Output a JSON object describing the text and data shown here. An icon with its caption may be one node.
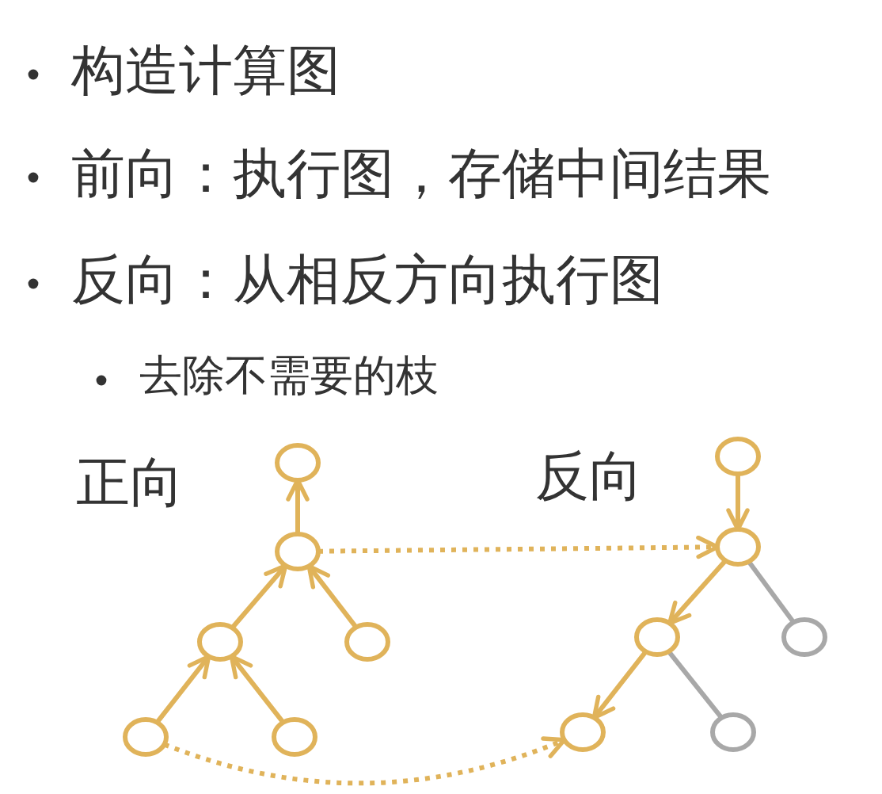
{
  "diagram": {
    "nodes": [
      {
        "text": [],
        "shape": "circle"
      },
      {
        "text": [],
        "shape": "circle"
      },
      {
        "text": [],
        "shape": "circle"
      },
      {
        "text": [],
        "shape": "circle"
      },
      {
        "text": [],
        "shape": "circle"
      },
      {
        "text": [],
        "shape": "circle"
      },
      {
        "text": [],
        "shape": "circle"
      },
      {
        "text": [],
        "shape": "circle"
      },
      {
        "text": [],
        "shape": "circle"
      },
      {
        "text": [],
        "shape": "circle"
      },
      {
        "text": [],
        "shape": "circle"
      },
      {
        "text": [],
        "shape": "circle"
      }
    ],
    "edges": [
      {
        "from": 1,
        "to": 0,
        "arrow": "to"
      },
      {
        "from": 2,
        "to": 1,
        "arrow": "to"
      },
      {
        "from": 3,
        "to": 1,
        "arrow": "to"
      },
      {
        "from": 4,
        "to": 2,
        "arrow": "to"
      },
      {
        "from": 5,
        "to": 2,
        "arrow": "to"
      },
      {
        "from": 1,
        "to": 7,
        "arrow": "to",
        "style": "dashed"
      },
      {
        "from": 4,
        "to": 10,
        "arrow": "to",
        "style": "dashed"
      },
      {
        "from": 6,
        "to": 7,
        "arrow": "to"
      },
      {
        "from": 7,
        "to": 8,
        "arrow": "to"
      },
      {
        "from": 8,
        "to": 10,
        "arrow": "to"
      },
      {
        "from": 7,
        "to": 9,
        "arrow": "none",
        "color": "#a8a8a8"
      },
      {
        "from": 8,
        "to": 11,
        "arrow": "none",
        "color": "#a8a8a8"
      }
    ],
    "labels": [
      "构造计算图",
      "前向：执行图，存储中间结果",
      "反向：从相反方向执行图",
      "去除不需要的枝",
      "正向",
      "反向"
    ]
  }
}
